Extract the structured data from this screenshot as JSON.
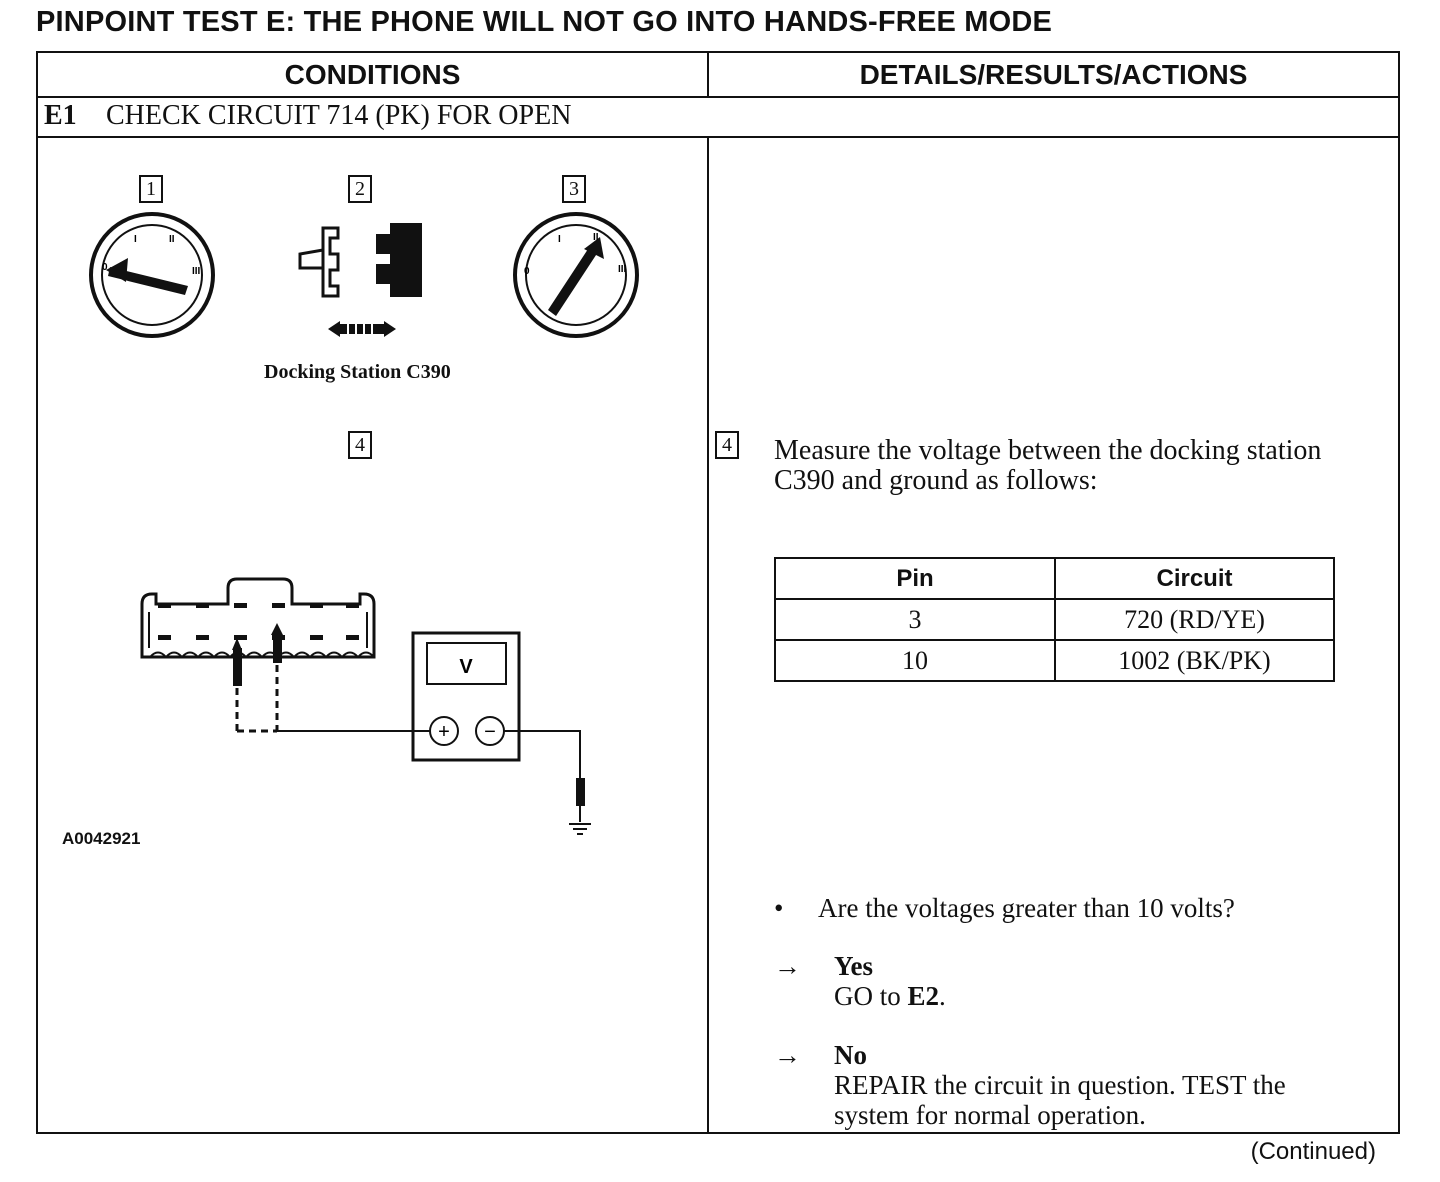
{
  "title": "PINPOINT TEST E: THE PHONE WILL NOT GO INTO HANDS-FREE MODE",
  "headers": {
    "conditions": "CONDITIONS",
    "details": "DETAILS/RESULTS/ACTIONS"
  },
  "step": {
    "id": "E1",
    "title": "CHECK CIRCUIT 714 (PK) FOR OPEN"
  },
  "figure": {
    "callouts": [
      "1",
      "2",
      "3",
      "4"
    ],
    "ignition_labels": [
      "0",
      "I",
      "II",
      "III"
    ],
    "caption": "Docking Station C390",
    "meter_label": "V",
    "meter_plus": "+",
    "meter_minus": "−",
    "figure_id": "A0042921"
  },
  "details": {
    "step_number": "4",
    "instruction": "Measure the voltage between the docking station C390 and ground as follows:",
    "table": {
      "headers": [
        "Pin",
        "Circuit"
      ],
      "rows": [
        [
          "3",
          "720 (RD/YE)"
        ],
        [
          "10",
          "1002 (BK/PK)"
        ]
      ]
    },
    "bullet": "•",
    "question": "Are the voltages greater than 10 volts?",
    "arrow": "→",
    "yes": {
      "label": "Yes",
      "action_prefix": "GO to ",
      "action_target": "E2",
      "action_suffix": "."
    },
    "no": {
      "label": "No",
      "action": "REPAIR the circuit in question. TEST the system for normal operation."
    }
  },
  "continued": "(Continued)"
}
